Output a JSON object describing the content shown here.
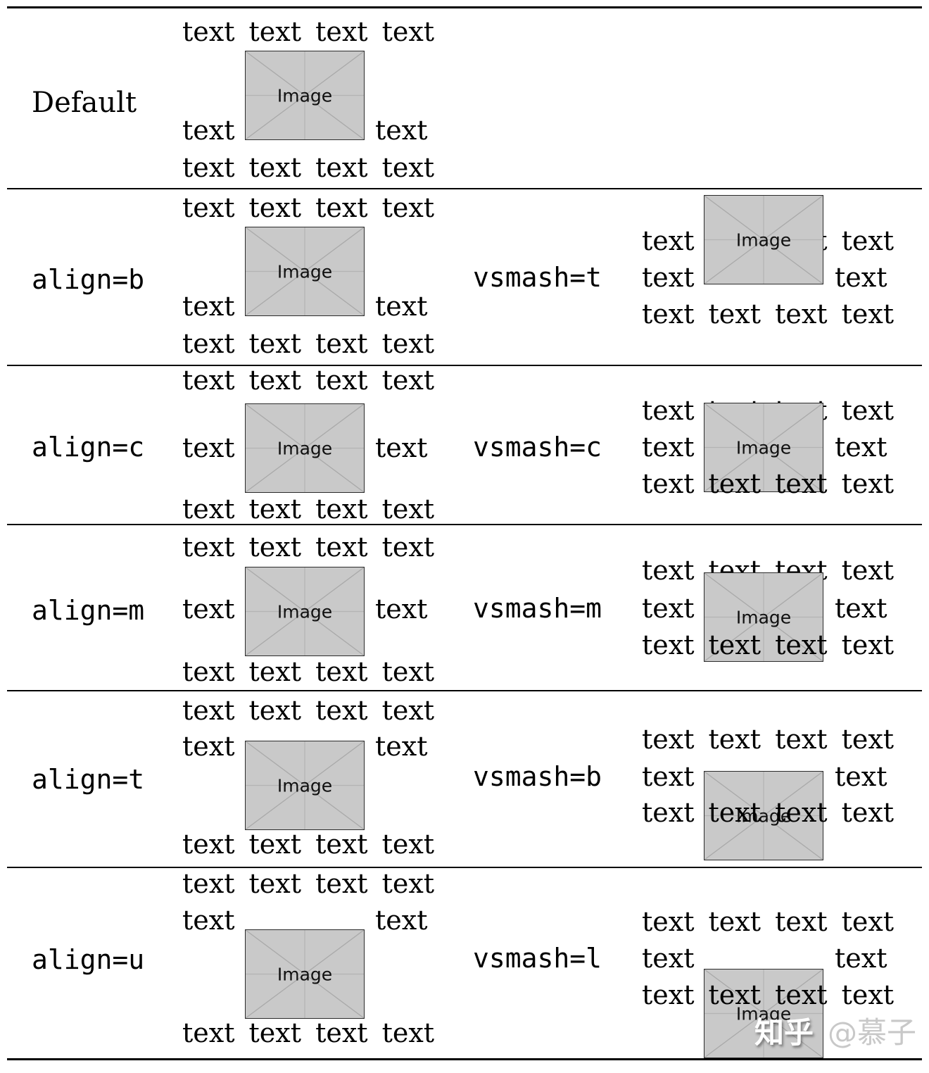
{
  "document": {
    "description_words": {
      "full": "text text text text",
      "single": "text"
    },
    "image_label": "Image",
    "rows": [
      {
        "left": "Default",
        "right": null
      },
      {
        "left": "align=b",
        "right": "vsmash=t"
      },
      {
        "left": "align=c",
        "right": "vsmash=c"
      },
      {
        "left": "align=m",
        "right": "vsmash=m"
      },
      {
        "left": "align=t",
        "right": "vsmash=b"
      },
      {
        "left": "align=u",
        "right": "vsmash=l"
      }
    ],
    "colors": {
      "page_bg": "#ffffff",
      "text": "#000000",
      "rule": "#000000",
      "placeholder_fill": "#c9c9c9",
      "placeholder_line": "#a9a9a9",
      "placeholder_border": "#2b2b2b",
      "watermark_brand_color": "#ffffff",
      "watermark_handle_color": "#c8c8c8"
    },
    "watermark": {
      "brand": "知乎",
      "handle": "@慕子"
    }
  }
}
